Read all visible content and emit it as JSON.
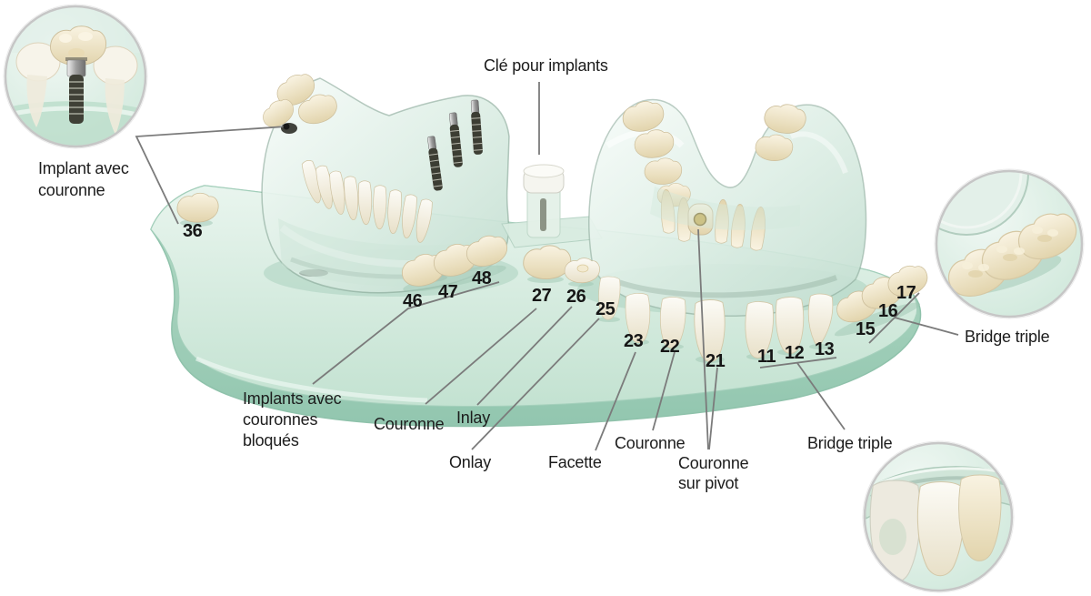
{
  "title_hint": "Modèles dentaires – prothèses et implants",
  "labels": {
    "implant_key": "Clé pour implants",
    "implant_with_crown": "Implant avec\ncouronne",
    "implants_locked_crowns": "Implants avec\ncouronnes\nbloqués",
    "crown_single": "Couronne",
    "inlay": "Inlay",
    "onlay": "Onlay",
    "veneer": "Facette",
    "crown_second": "Couronne",
    "crown_on_post": "Couronne\nsur pivot",
    "bridge_triple_right": "Bridge triple",
    "bridge_triple_bottom": "Bridge triple"
  },
  "tooth_numbers": {
    "t36": "36",
    "t46": "46",
    "t47": "47",
    "t48": "48",
    "t27": "27",
    "t26": "26",
    "t25": "25",
    "t23": "23",
    "t22": "22",
    "t21": "21",
    "t11": "11",
    "t12": "12",
    "t13": "13",
    "t15": "15",
    "t16": "16",
    "t17": "17"
  },
  "colors": {
    "background": "#ffffff",
    "tray_top": "#cfe8db",
    "tray_side": "#a3d1bd",
    "glass_model": "#ddeee5",
    "tooth_ivory": "#efe5c6",
    "tooth_white": "#f7f4ea",
    "implant_metal": "#3c3d33",
    "leader_line": "#7b7b7b",
    "text": "#1c1c1c"
  }
}
